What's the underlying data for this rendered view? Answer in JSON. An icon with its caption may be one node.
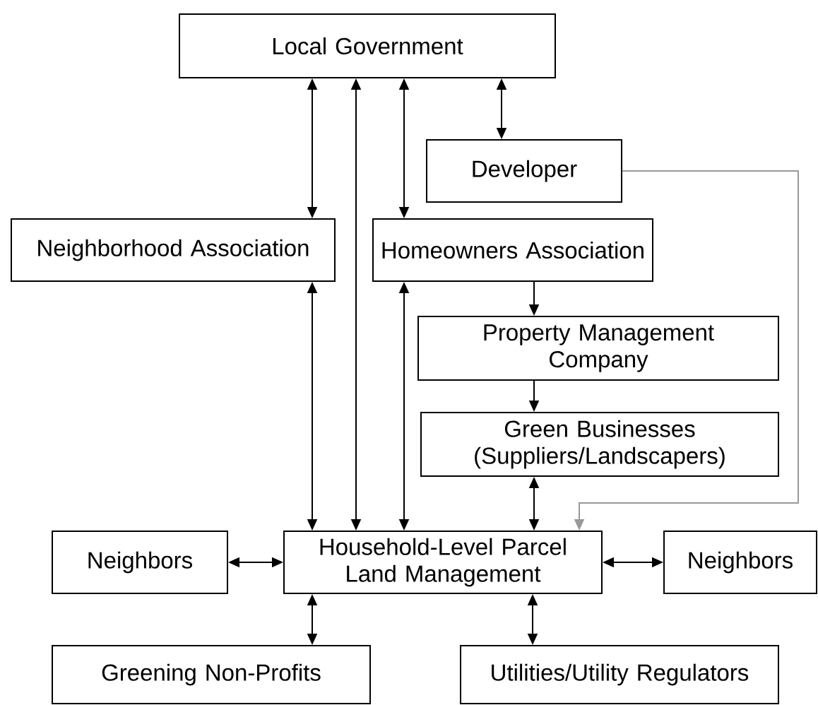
{
  "diagram": {
    "nodes": [
      {
        "text": [
          "Local Government"
        ]
      },
      {
        "text": [
          "Developer"
        ]
      },
      {
        "text": [
          "Neighborhood Association"
        ]
      },
      {
        "text": [
          "Homeowners Association"
        ]
      },
      {
        "text": [
          "Property Management Company"
        ]
      },
      {
        "text": [
          "Green Businesses (Suppliers/Landscapers)"
        ]
      },
      {
        "text": [
          "Neighbors"
        ]
      },
      {
        "text": [
          "Household-Level Parcel Land Management"
        ]
      },
      {
        "text": [
          "Neighbors"
        ]
      },
      {
        "text": [
          "Greening Non-Profits"
        ]
      },
      {
        "text": [
          "Utilities/Utility Regulators"
        ]
      }
    ],
    "edges": [
      {
        "from": 0,
        "to": 2,
        "arrow": "both"
      },
      {
        "from": 0,
        "to": 7,
        "arrow": "both"
      },
      {
        "from": 0,
        "to": 3,
        "arrow": "both"
      },
      {
        "from": 0,
        "to": 1,
        "arrow": "both"
      },
      {
        "from": 2,
        "to": 7,
        "arrow": "both"
      },
      {
        "from": 3,
        "to": 7,
        "arrow": "both"
      },
      {
        "from": 1,
        "to": 7,
        "arrow": "to",
        "color": "#999999"
      },
      {
        "from": 3,
        "to": 4,
        "arrow": "to"
      },
      {
        "from": 4,
        "to": 5,
        "arrow": "to"
      },
      {
        "from": 5,
        "to": 7,
        "arrow": "both"
      },
      {
        "from": 6,
        "to": 7,
        "arrow": "both"
      },
      {
        "from": 7,
        "to": 8,
        "arrow": "both"
      },
      {
        "from": 7,
        "to": 9,
        "arrow": "both"
      },
      {
        "from": 7,
        "to": 10,
        "arrow": "both"
      }
    ]
  }
}
